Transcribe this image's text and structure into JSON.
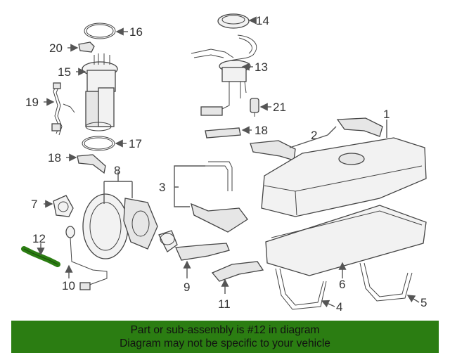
{
  "callouts": {
    "c1": "1",
    "c2": "2",
    "c3": "3",
    "c4": "4",
    "c5": "5",
    "c6": "6",
    "c7": "7",
    "c8": "8",
    "c9": "9",
    "c10": "10",
    "c11": "11",
    "c12": "12",
    "c13": "13",
    "c14": "14",
    "c15": "15",
    "c16": "16",
    "c17": "17",
    "c18a": "18",
    "c18b": "18",
    "c19": "19",
    "c20": "20",
    "c21": "21"
  },
  "highlight_color": "#2b7d12",
  "banner": {
    "line1": "Part or sub-assembly is #12 in diagram",
    "line2": "Diagram may not be specific to your vehicle"
  }
}
